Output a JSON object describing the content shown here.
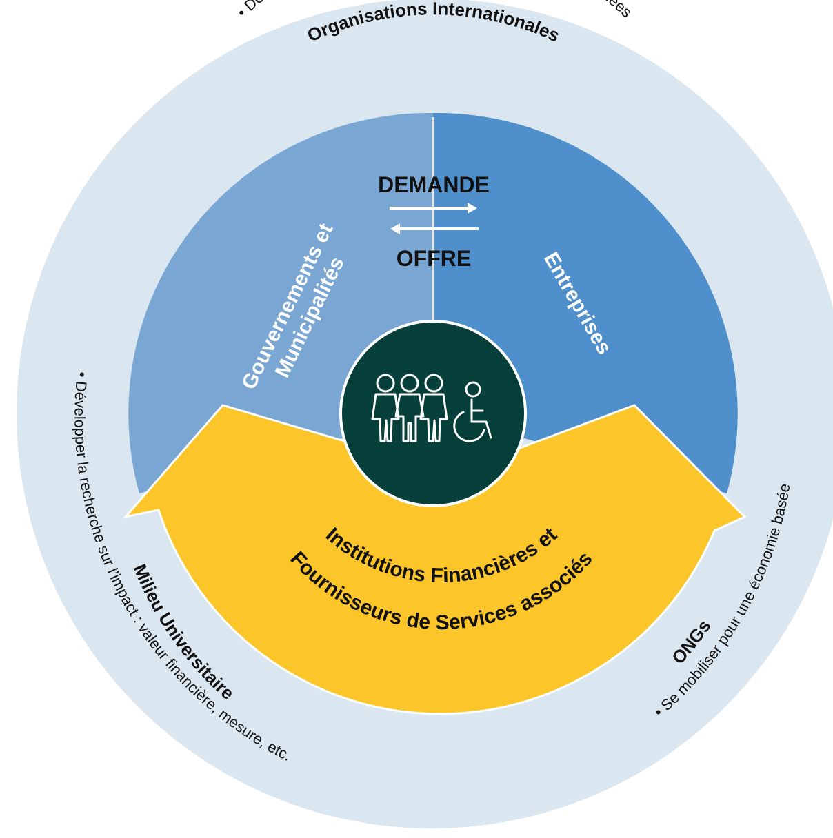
{
  "colors": {
    "outer_ring": "#dbe7f0",
    "left_sector": "#7aa6d4",
    "right_sector": "#4f8fcb",
    "bottom_arc": "#fcc62a",
    "center_disc": "#073f3b",
    "divider": "#dbe7f0",
    "dark_text": "#111111",
    "light_text": "#ffffff"
  },
  "outer_ring": {
    "top": {
      "title": "Organisations Internationales",
      "items": "• Définir des objectifs précis • Rassembler et gérer les données"
    },
    "left": {
      "title": "Milieu Universitaire",
      "items": "• Développer la recherche sur l’impact : valeur financière, mesure, etc."
    },
    "right": {
      "title": "ONGs",
      "items": "• Se mobiliser pour une économie basée"
    }
  },
  "center": {
    "demand_label": "DEMANDE",
    "supply_label": "OFFRE",
    "left_sector_label_1": "Gouvernements et",
    "left_sector_label_2": "Municipalités",
    "right_sector_label": "Entreprises",
    "bottom_label_1": "Institutions Financières et",
    "bottom_label_2": "Fournisseurs de Services associés",
    "people_icon": "people-with-wheelchair-icon"
  }
}
